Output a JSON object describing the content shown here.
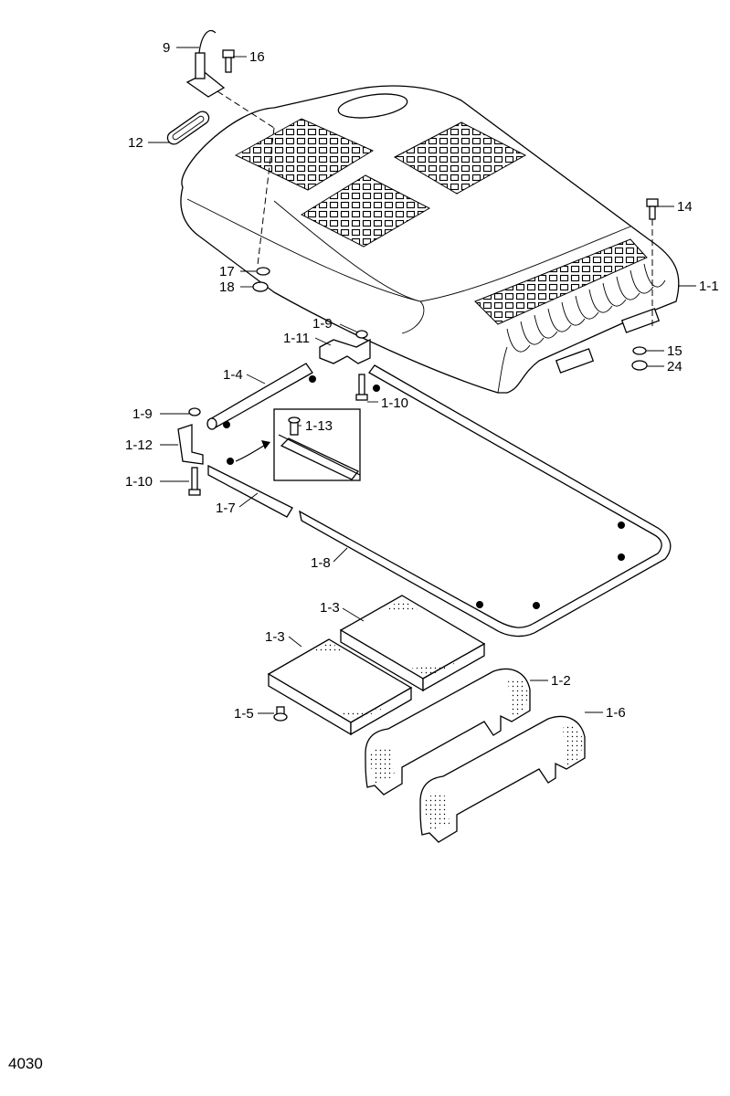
{
  "diagram": {
    "page_number": "4030",
    "callouts": {
      "p9": "9",
      "p16": "16",
      "p12": "12",
      "p14": "14",
      "p17": "17",
      "p18": "18",
      "p1_1": "1-1",
      "p15": "15",
      "p24": "24",
      "p1_9a": "1-9",
      "p1_11": "1-11",
      "p1_4": "1-4",
      "p1_10a": "1-10",
      "p1_9b": "1-9",
      "p1_13": "1-13",
      "p1_12": "1-12",
      "p1_10b": "1-10",
      "p1_7": "1-7",
      "p1_8": "1-8",
      "p1_3a": "1-3",
      "p1_3b": "1-3",
      "p1_2": "1-2",
      "p1_5": "1-5",
      "p1_6": "1-6"
    }
  }
}
